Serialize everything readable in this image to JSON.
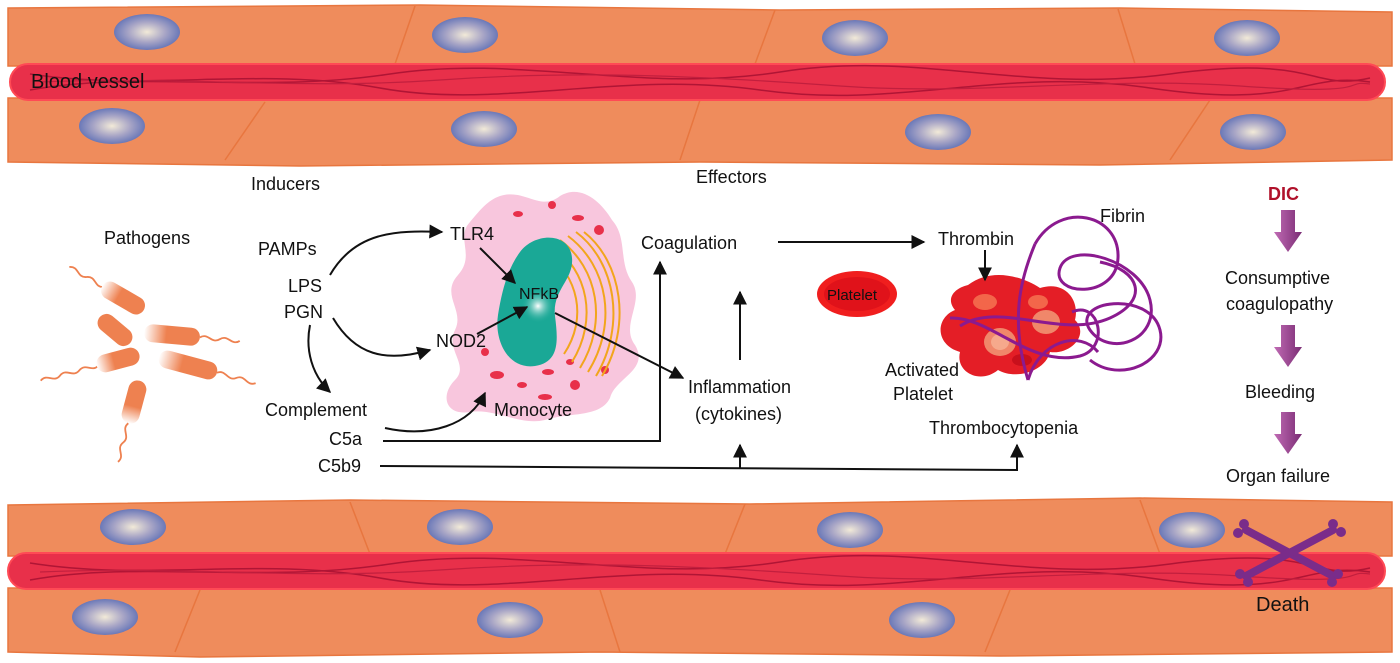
{
  "labels": {
    "blood_vessel": "Blood vessel",
    "inducers": "Inducers",
    "effectors": "Effectors",
    "pathogens": "Pathogens",
    "pamps": "PAMPs",
    "lps": "LPS",
    "pgn": "PGN",
    "tlr4": "TLR4",
    "nod2": "NOD2",
    "nfkb": "NFkB",
    "monocyte": "Monocyte",
    "complement": "Complement",
    "c5a": "C5a",
    "c5b9": "C5b9",
    "coagulation": "Coagulation",
    "inflammation": "Inflammation",
    "cytokines": "(cytokines)",
    "platelet": "Platelet",
    "thrombin": "Thrombin",
    "fibrin": "Fibrin",
    "activated": "Activated",
    "activated_platelet": "Platelet",
    "thrombocytopenia": "Thrombocytopenia",
    "dic": "DIC",
    "consumptive": "Consumptive",
    "coagulopathy": "coagulopathy",
    "bleeding": "Bleeding",
    "organ_failure": "Organ failure",
    "death": "Death"
  },
  "colors": {
    "vessel_wall": "#ef8c5c",
    "vessel_lumen": "#e8304a",
    "nucleus": "#6a78b8",
    "monocyte_cell": "#f8c6dd",
    "monocyte_nucleus": "#1aa896",
    "golgi": "#f2a51c",
    "bacteria": "#ee8150",
    "platelet": "#e21e1e",
    "fibrin": "#8b1a8f",
    "dic_arrow": "#9a3f8f",
    "arrow": "#111111"
  }
}
